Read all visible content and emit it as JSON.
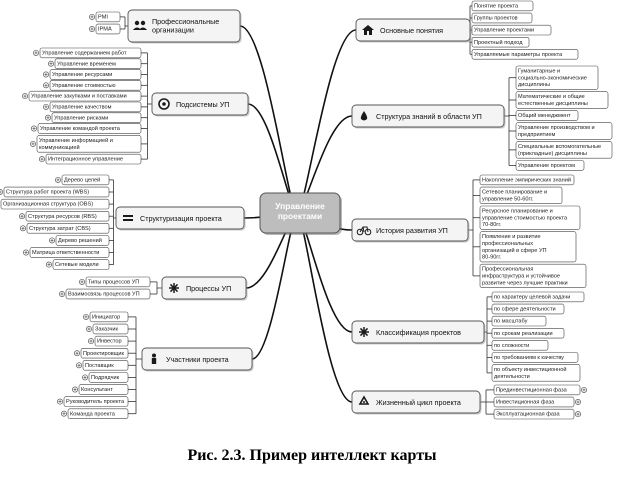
{
  "center": {
    "lines": [
      "Управление",
      "проектами"
    ]
  },
  "branches": [
    {
      "id": "prof",
      "title": [
        "Профессиональные",
        "организации"
      ],
      "icon": "people-icon",
      "children": [
        "PMI",
        "IPMA"
      ]
    },
    {
      "id": "sub",
      "title": [
        "Подсистемы УП"
      ],
      "icon": "target-icon",
      "children": [
        "Управление содержанием работ",
        "Управление временем",
        "Управление ресурсами",
        "Управление стоимостью",
        "Управление закупками и поставками",
        "Управление качеством",
        "Управление рисками",
        "Управление командой проекта",
        [
          "Управление информацией и",
          "коммуникацией"
        ],
        "Интеграционное управление"
      ]
    },
    {
      "id": "struct",
      "title": [
        "Структуризация проекта"
      ],
      "icon": "bars-icon",
      "children": [
        "Дерево целей",
        "Структура работ проекта (WBS)",
        "Организационная структура (OBS)",
        "Структура ресурсов (RBS)",
        "Структура затрат (CBS)",
        "Дерево решений",
        "Матрица ответственности",
        "Сетевые модели"
      ]
    },
    {
      "id": "proc",
      "title": [
        "Процессы УП"
      ],
      "icon": "star-icon",
      "children": [
        "Типы процессов УП",
        "Взаимосвязь процессов УП"
      ]
    },
    {
      "id": "part",
      "title": [
        "Участники проекта"
      ],
      "icon": "person-icon",
      "children": [
        "Инициатор",
        "Заказчик",
        "Инвестор",
        "Проектировщик",
        "Поставщик",
        "Подрядчик",
        "Консультант",
        "Руководитель проекта",
        "Команда проекта"
      ]
    },
    {
      "id": "basic",
      "title": [
        "Основные понятия"
      ],
      "icon": "home-icon",
      "children": [
        "Понятие проекта",
        "Группы проектов",
        "Управление проектами",
        "Проектный подход",
        "Управляемые параметры проекта"
      ]
    },
    {
      "id": "know",
      "title": [
        "Структура знаний в области УП"
      ],
      "icon": "drop-icon",
      "children": [
        [
          "Гуманитарные и",
          "социально-экономические",
          "дисциплины"
        ],
        [
          "Математические и общие",
          "естественные дисциплины"
        ],
        "Общий менеджмент",
        [
          "Управление производством и",
          "предприятием"
        ],
        [
          "Специальные вспомогательные",
          "(прикладные) дисциплины"
        ],
        "Управление проектом"
      ]
    },
    {
      "id": "hist",
      "title": [
        "История развития УП"
      ],
      "icon": "bike-icon",
      "children": [
        "Накопление эмпирических знаний",
        [
          "Сетевое планирование и",
          "управление 50-60гг."
        ],
        [
          "Ресурсное планирование и",
          "управление стоимостью проекта",
          "70-80гг."
        ],
        [
          "Появление и развитие",
          "профессиональных",
          "организаций в сфере УП",
          "80-90гг."
        ],
        [
          "Профессиональная",
          "инфраструктура и устойчивое",
          "развитие через лучшие практики"
        ]
      ]
    },
    {
      "id": "class",
      "title": [
        "Классификация проектов"
      ],
      "icon": "star-icon",
      "children": [
        "по характеру целевой задачи",
        "по сфере деятельности",
        "по масштабу",
        "по срокам реализации",
        "по сложности",
        "по требованиям к качеству",
        [
          "по объекту инвестиционной",
          "деятельности"
        ]
      ]
    },
    {
      "id": "life",
      "title": [
        "Жизненный цикл проекта"
      ],
      "icon": "recycle-icon",
      "children": [
        "Прединвестиционная фаза",
        "Инвестиционная фаза",
        "Эксплуатационная фаза"
      ]
    }
  ],
  "caption": "Рис. 2.3. Пример интеллект карты"
}
